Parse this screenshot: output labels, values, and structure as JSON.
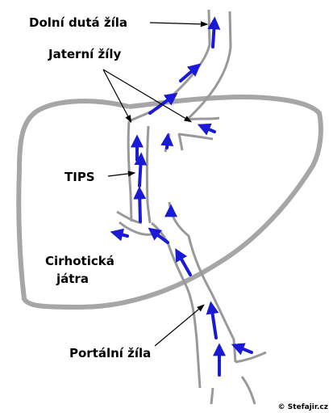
{
  "labels": {
    "inferior_vena_cava": "Dolní dutá žíla",
    "hepatic_veins": "Jaterní žíly",
    "tips": "TIPS",
    "cirrhotic_liver_line1": "Cirhotická",
    "cirrhotic_liver_line2": "játra",
    "portal_vein": "Portální žíla"
  },
  "credit": "© Stefajir.cz",
  "colors": {
    "vessel_outline": "#999999",
    "liver_outline": "#a6a6a6",
    "flow_arrow": "#1a1ad6",
    "pointer": "#000000",
    "label_text": "#000000"
  }
}
